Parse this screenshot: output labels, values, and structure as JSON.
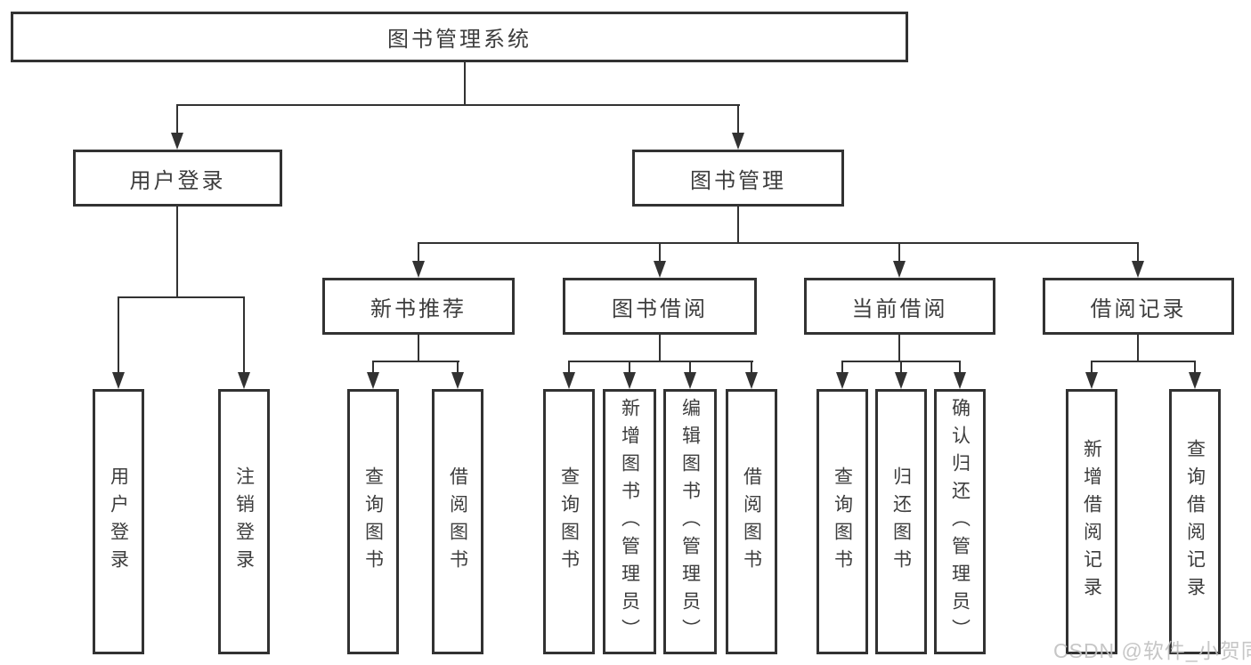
{
  "page": {
    "background": "#ffffff",
    "line_color": "#323232",
    "text_color": "#3d3d3d",
    "watermark": "CSDN @软件_小贺同学",
    "watermark_color": "#c0c0c0"
  },
  "chart_data": {
    "type": "table",
    "title": "图书管理系统",
    "structure": "hierarchy-diagram"
  },
  "tree": {
    "root": {
      "label": "图书管理系统"
    },
    "branches": [
      {
        "label": "用户登录",
        "children": [
          "用户登录",
          "注销登录"
        ]
      },
      {
        "label": "图书管理",
        "groups": [
          {
            "label": "新书推荐",
            "children": [
              "查询图书",
              "借阅图书"
            ]
          },
          {
            "label": "图书借阅",
            "children": [
              "查询图书",
              "新增图书（管理员）",
              "编辑图书（管理员）",
              "借阅图书"
            ]
          },
          {
            "label": "当前借阅",
            "children": [
              "查询图书",
              "归还图书",
              "确认归还（管理员）"
            ]
          },
          {
            "label": "借阅记录",
            "children": [
              "新增借阅记录",
              "查询借阅记录"
            ]
          }
        ]
      }
    ]
  }
}
